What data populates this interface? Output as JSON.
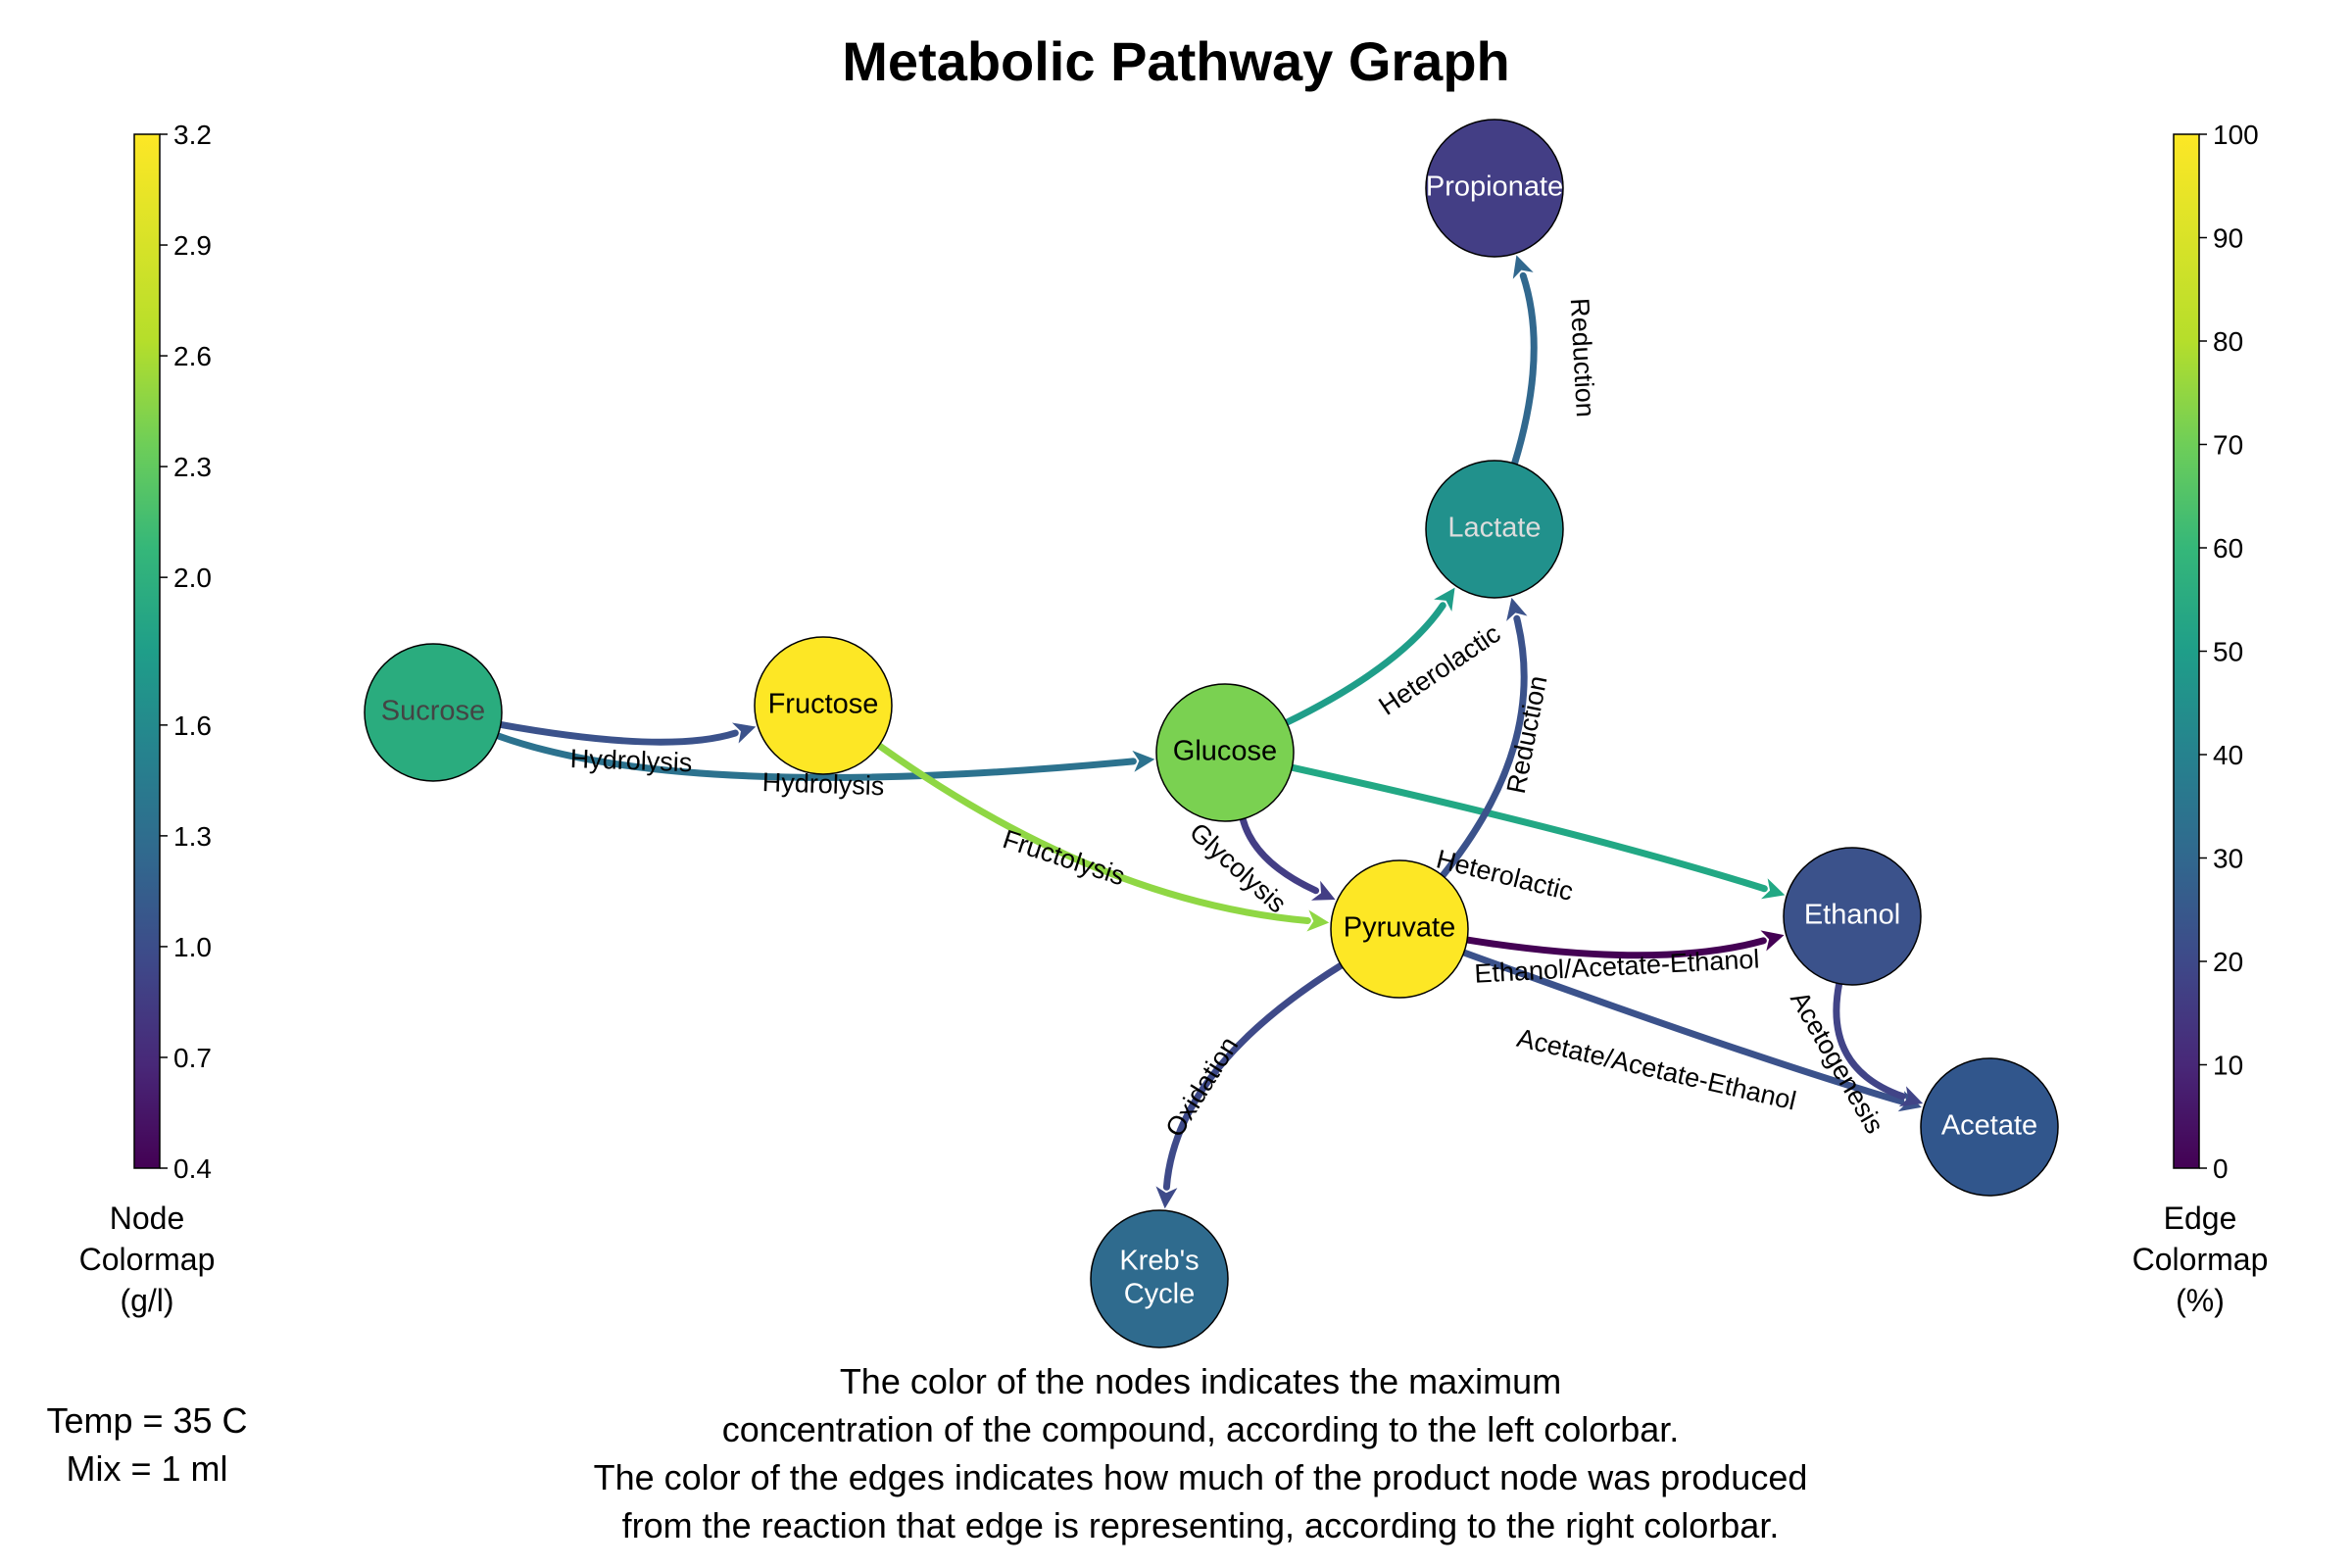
{
  "title": "Metabolic Pathway Graph",
  "node_colorbar": {
    "title": [
      "Node",
      "Colormap",
      "(g/l)"
    ],
    "min": 0.4,
    "max": 3.2,
    "ticks": [
      0.4,
      0.7,
      1.0,
      1.3,
      1.6,
      2.0,
      2.3,
      2.6,
      2.9,
      3.2
    ],
    "tick_labels": [
      "0.4",
      "0.7",
      "1.0",
      "1.3",
      "1.6",
      "2.0",
      "2.3",
      "2.6",
      "2.9",
      "3.2"
    ]
  },
  "edge_colorbar": {
    "title": [
      "Edge",
      "Colormap",
      "(%)"
    ],
    "min": 0,
    "max": 100,
    "ticks": [
      0,
      10,
      20,
      30,
      40,
      50,
      60,
      70,
      80,
      90,
      100
    ],
    "tick_labels": [
      "0",
      "10",
      "20",
      "30",
      "40",
      "50",
      "60",
      "70",
      "80",
      "90",
      "100"
    ]
  },
  "conditions": {
    "temp": "Temp = 35 C",
    "mix": "Mix = 1 ml"
  },
  "caption": [
    "The color of the nodes indicates the maximum",
    "concentration of the compound, according to the left colorbar.",
    "The color of the edges indicates how much of the product node was produced",
    "from the reaction that edge is representing, according to the right colorbar."
  ],
  "nodes": [
    {
      "id": "sucrose",
      "label": [
        "Sucrose"
      ],
      "color": "#2aac7e",
      "label_color": "#444444"
    },
    {
      "id": "fructose",
      "label": [
        "Fructose"
      ],
      "color": "#fde725",
      "label_color": "#000000"
    },
    {
      "id": "glucose",
      "label": [
        "Glucose"
      ],
      "color": "#7ad151",
      "label_color": "#000000"
    },
    {
      "id": "pyruvate",
      "label": [
        "Pyruvate"
      ],
      "color": "#fde725",
      "label_color": "#000000"
    },
    {
      "id": "lactate",
      "label": [
        "Lactate"
      ],
      "color": "#21918c",
      "label_color": "#dddddd"
    },
    {
      "id": "propionate",
      "label": [
        "Propionate"
      ],
      "color": "#433e85",
      "label_color": "#ffffff"
    },
    {
      "id": "ethanol",
      "label": [
        "Ethanol"
      ],
      "color": "#3b528b",
      "label_color": "#ffffff"
    },
    {
      "id": "acetate",
      "label": [
        "Acetate"
      ],
      "color": "#31568c",
      "label_color": "#ffffff"
    },
    {
      "id": "krebs",
      "label": [
        "Kreb's",
        "Cycle"
      ],
      "color": "#2f6b8e",
      "label_color": "#ffffff"
    }
  ],
  "edges": [
    {
      "from": "sucrose",
      "to": "fructose",
      "label": "Hydrolysis",
      "color": "#3b528b"
    },
    {
      "from": "sucrose",
      "to": "glucose",
      "label": "Hydrolysis",
      "color": "#2c728e"
    },
    {
      "from": "fructose",
      "to": "pyruvate",
      "label": "Fructolysis",
      "color": "#8fd744"
    },
    {
      "from": "glucose",
      "to": "pyruvate",
      "label": "Glycolysis",
      "color": "#433e85"
    },
    {
      "from": "glucose",
      "to": "lactate",
      "label": "Heterolactic",
      "color": "#1f9e89"
    },
    {
      "from": "glucose",
      "to": "ethanol",
      "label": "Heterolactic",
      "color": "#22a884"
    },
    {
      "from": "pyruvate",
      "to": "lactate",
      "label": "Reduction",
      "color": "#3b528b"
    },
    {
      "from": "lactate",
      "to": "propionate",
      "label": "Reduction",
      "color": "#31688e"
    },
    {
      "from": "pyruvate",
      "to": "ethanol",
      "label": "Ethanol/Acetate-Ethanol",
      "color": "#440154"
    },
    {
      "from": "pyruvate",
      "to": "acetate",
      "label": "Acetate/Acetate-Ethanol",
      "color": "#3b528b"
    },
    {
      "from": "ethanol",
      "to": "acetate",
      "label": "Acetogenesis",
      "color": "#414487"
    },
    {
      "from": "pyruvate",
      "to": "krebs",
      "label": "Oxidation",
      "color": "#3e4a89"
    }
  ]
}
